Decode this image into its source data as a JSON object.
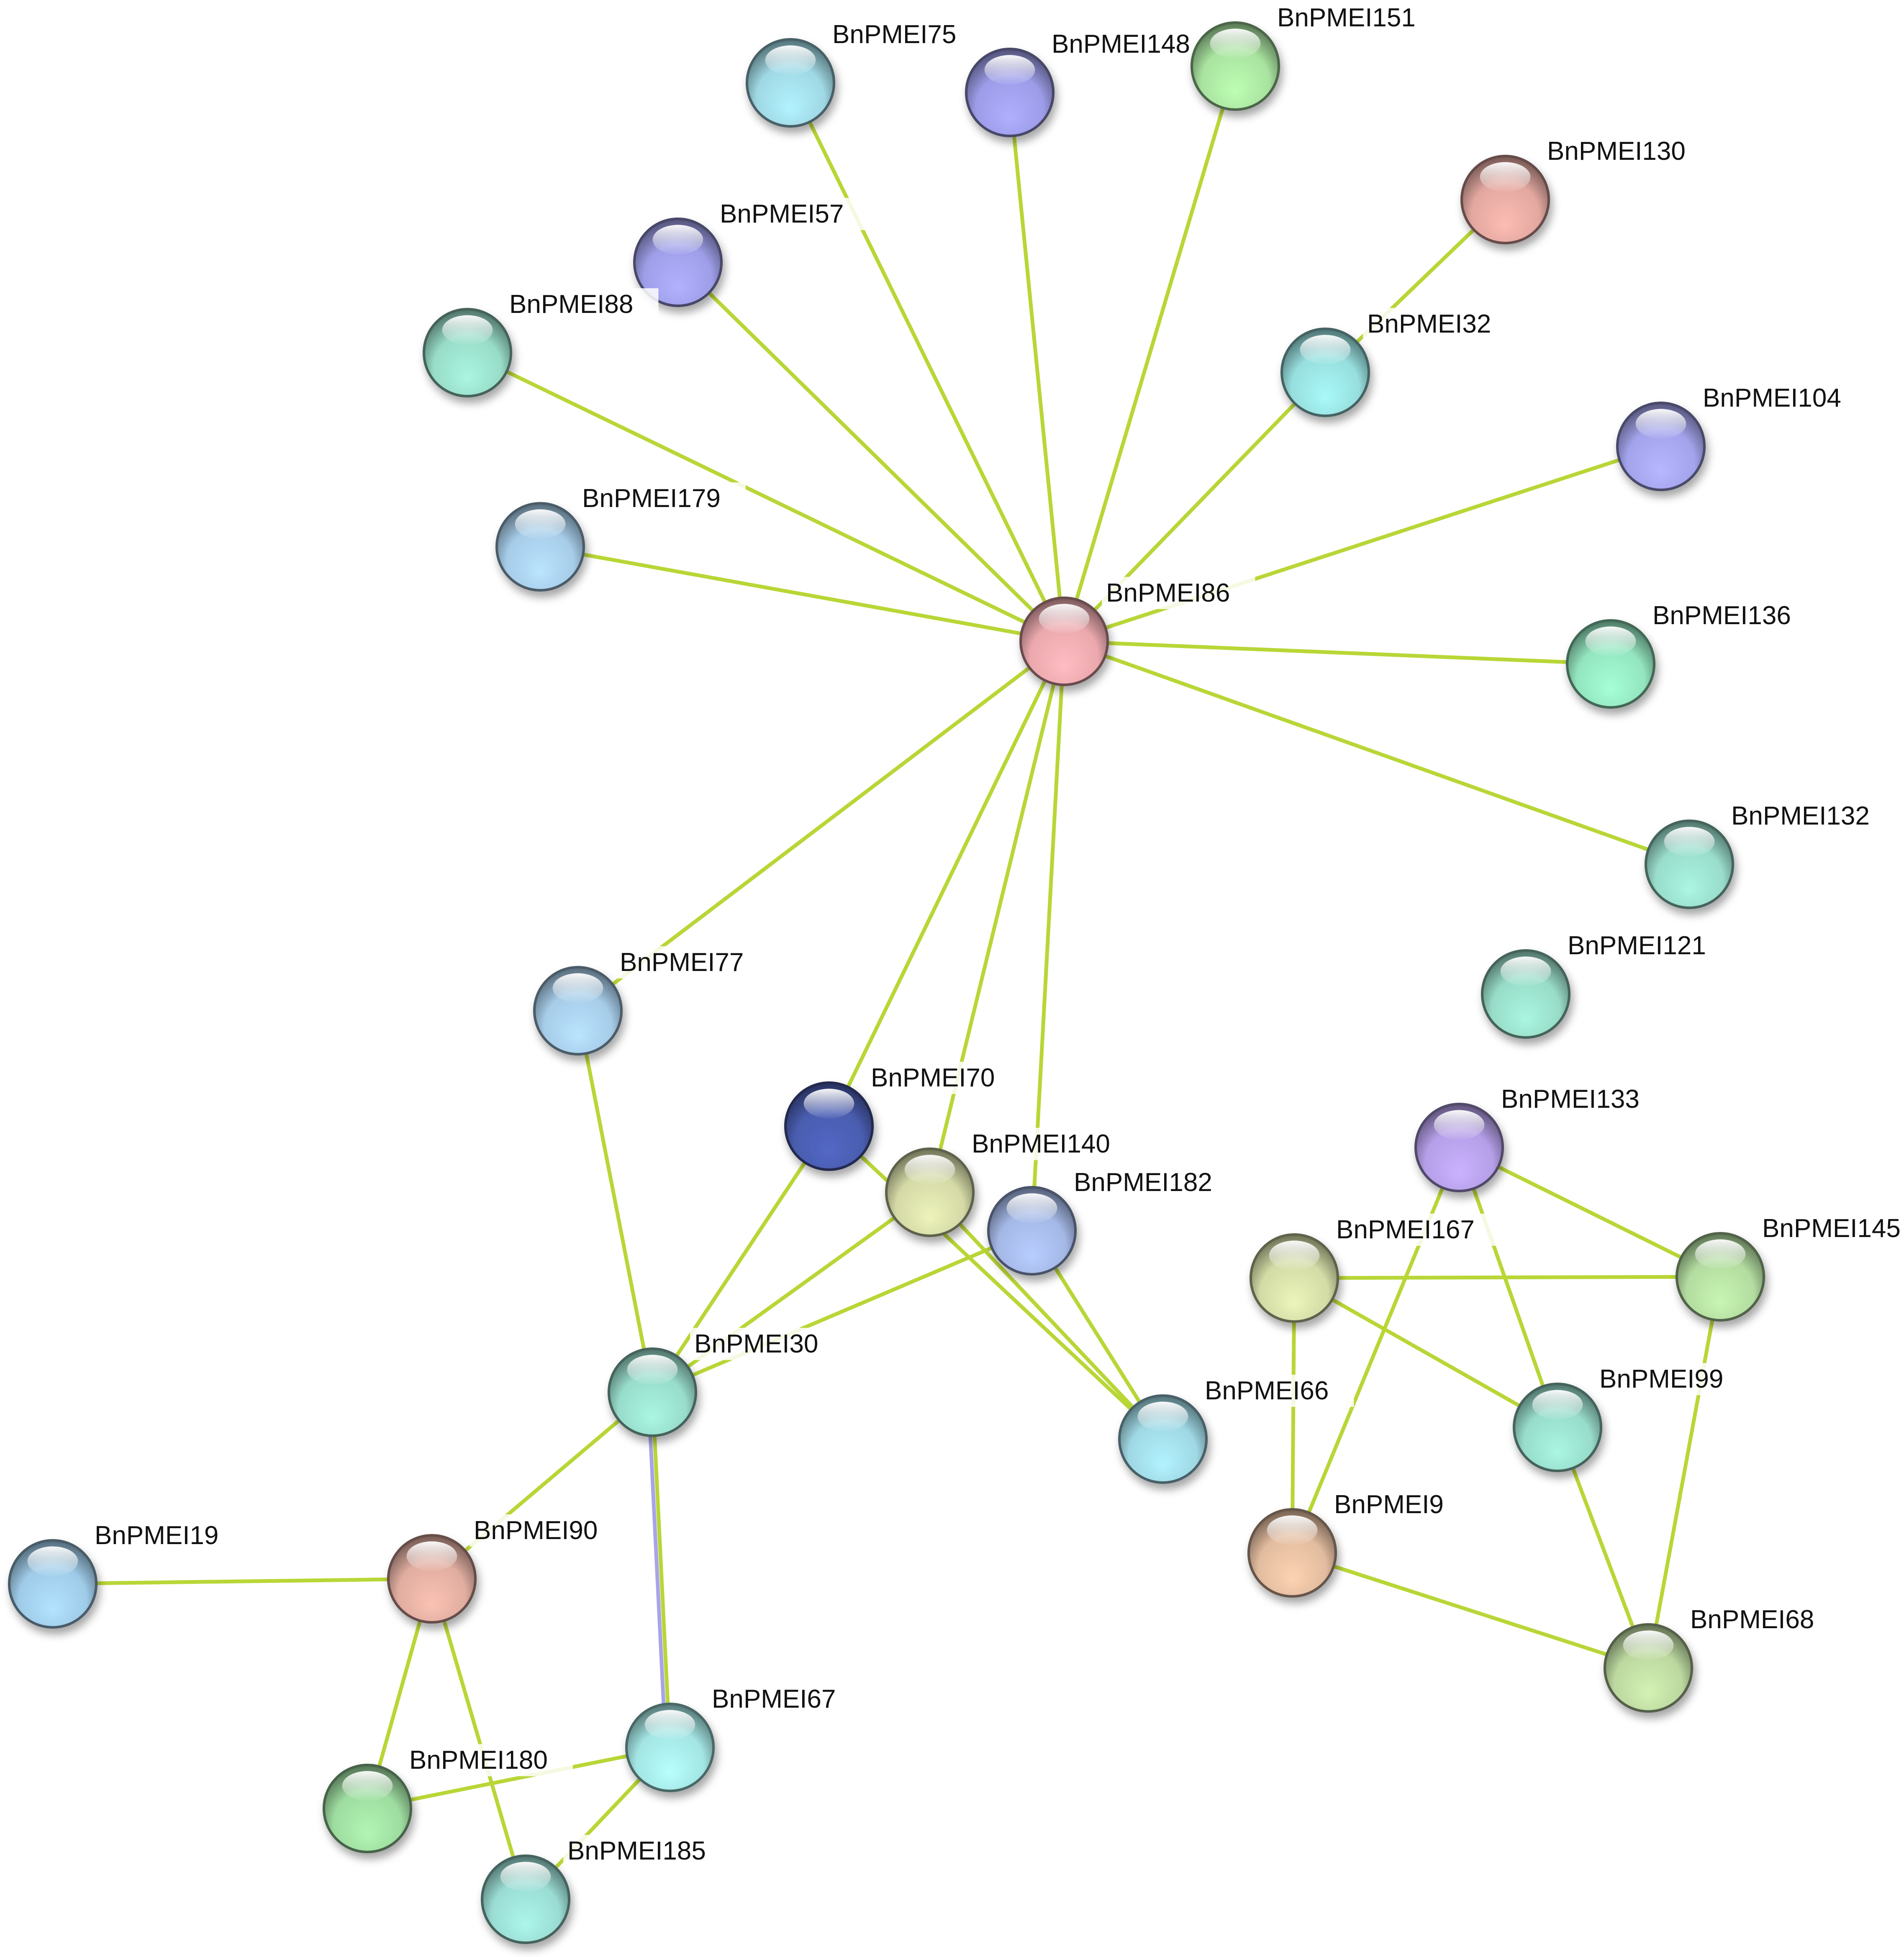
{
  "network": {
    "nodes": [
      {
        "id": "BnPMEI75",
        "label": "BnPMEI75",
        "color": "#9fd8e4"
      },
      {
        "id": "BnPMEI148",
        "label": "BnPMEI148",
        "color": "#9c9ce8"
      },
      {
        "id": "BnPMEI151",
        "label": "BnPMEI151",
        "color": "#a9e3a0"
      },
      {
        "id": "BnPMEI130",
        "label": "BnPMEI130",
        "color": "#e2a8a0"
      },
      {
        "id": "BnPMEI57",
        "label": "BnPMEI57",
        "color": "#9e9ee8"
      },
      {
        "id": "BnPMEI88",
        "label": "BnPMEI88",
        "color": "#98dcc8"
      },
      {
        "id": "BnPMEI32",
        "label": "BnPMEI32",
        "color": "#97dede"
      },
      {
        "id": "BnPMEI104",
        "label": "BnPMEI104",
        "color": "#a3a3ec"
      },
      {
        "id": "BnPMEI179",
        "label": "BnPMEI179",
        "color": "#a6cce8"
      },
      {
        "id": "BnPMEI86",
        "label": "BnPMEI86",
        "color": "#eba9ae"
      },
      {
        "id": "BnPMEI136",
        "label": "BnPMEI136",
        "color": "#93e5bf"
      },
      {
        "id": "BnPMEI132",
        "label": "BnPMEI132",
        "color": "#99dccb"
      },
      {
        "id": "BnPMEI121",
        "label": "BnPMEI121",
        "color": "#98dcc8"
      },
      {
        "id": "BnPMEI77",
        "label": "BnPMEI77",
        "color": "#a6cce8"
      },
      {
        "id": "BnPMEI70",
        "label": "BnPMEI70",
        "color": "#4a5db0"
      },
      {
        "id": "BnPMEI140",
        "label": "BnPMEI140",
        "color": "#d4d9a6"
      },
      {
        "id": "BnPMEI182",
        "label": "BnPMEI182",
        "color": "#a4b8e6"
      },
      {
        "id": "BnPMEI133",
        "label": "BnPMEI133",
        "color": "#b59fe8"
      },
      {
        "id": "BnPMEI167",
        "label": "BnPMEI167",
        "color": "#d3dba6"
      },
      {
        "id": "BnPMEI145",
        "label": "BnPMEI145",
        "color": "#b3dca0"
      },
      {
        "id": "BnPMEI30",
        "label": "BnPMEI30",
        "color": "#98dccb"
      },
      {
        "id": "BnPMEI66",
        "label": "BnPMEI66",
        "color": "#9fd8e4"
      },
      {
        "id": "BnPMEI99",
        "label": "BnPMEI99",
        "color": "#98dccb"
      },
      {
        "id": "BnPMEI9",
        "label": "BnPMEI9",
        "color": "#e2bc9f"
      },
      {
        "id": "BnPMEI19",
        "label": "BnPMEI19",
        "color": "#9fcbe8"
      },
      {
        "id": "BnPMEI90",
        "label": "BnPMEI90",
        "color": "#e0ada0"
      },
      {
        "id": "BnPMEI68",
        "label": "BnPMEI68",
        "color": "#bcd8a0"
      },
      {
        "id": "BnPMEI67",
        "label": "BnPMEI67",
        "color": "#a3e5e3"
      },
      {
        "id": "BnPMEI180",
        "label": "BnPMEI180",
        "color": "#9edca0"
      },
      {
        "id": "BnPMEI185",
        "label": "BnPMEI185",
        "color": "#9adcd3"
      }
    ],
    "edges": [
      {
        "source": "BnPMEI86",
        "target": "BnPMEI75",
        "color": "#b8d636"
      },
      {
        "source": "BnPMEI86",
        "target": "BnPMEI148",
        "color": "#b8d636"
      },
      {
        "source": "BnPMEI86",
        "target": "BnPMEI151",
        "color": "#b8d636"
      },
      {
        "source": "BnPMEI86",
        "target": "BnPMEI57",
        "color": "#b8d636"
      },
      {
        "source": "BnPMEI86",
        "target": "BnPMEI88",
        "color": "#b8d636"
      },
      {
        "source": "BnPMEI86",
        "target": "BnPMEI179",
        "color": "#b8d636"
      },
      {
        "source": "BnPMEI86",
        "target": "BnPMEI32",
        "color": "#b8d636"
      },
      {
        "source": "BnPMEI86",
        "target": "BnPMEI104",
        "color": "#b8d636"
      },
      {
        "source": "BnPMEI86",
        "target": "BnPMEI136",
        "color": "#b8d636"
      },
      {
        "source": "BnPMEI86",
        "target": "BnPMEI132",
        "color": "#b8d636"
      },
      {
        "source": "BnPMEI86",
        "target": "BnPMEI77",
        "color": "#b8d636"
      },
      {
        "source": "BnPMEI86",
        "target": "BnPMEI70",
        "color": "#b8d636"
      },
      {
        "source": "BnPMEI86",
        "target": "BnPMEI140",
        "color": "#b8d636"
      },
      {
        "source": "BnPMEI86",
        "target": "BnPMEI182",
        "color": "#b8d636"
      },
      {
        "source": "BnPMEI32",
        "target": "BnPMEI130",
        "color": "#b8d636"
      },
      {
        "source": "BnPMEI77",
        "target": "BnPMEI30",
        "color": "#b8d636"
      },
      {
        "source": "BnPMEI70",
        "target": "BnPMEI30",
        "color": "#b8d636"
      },
      {
        "source": "BnPMEI140",
        "target": "BnPMEI30",
        "color": "#b8d636"
      },
      {
        "source": "BnPMEI182",
        "target": "BnPMEI30",
        "color": "#b8d636"
      },
      {
        "source": "BnPMEI70",
        "target": "BnPMEI66",
        "color": "#b8d636"
      },
      {
        "source": "BnPMEI140",
        "target": "BnPMEI66",
        "color": "#b8d636"
      },
      {
        "source": "BnPMEI182",
        "target": "BnPMEI66",
        "color": "#b8d636"
      },
      {
        "source": "BnPMEI30",
        "target": "BnPMEI90",
        "color": "#b8d636"
      },
      {
        "source": "BnPMEI30",
        "target": "BnPMEI67",
        "color": "#b8d636"
      },
      {
        "source": "BnPMEI30",
        "target": "BnPMEI67",
        "color": "#a9a4e8"
      },
      {
        "source": "BnPMEI19",
        "target": "BnPMEI90",
        "color": "#b8d636"
      },
      {
        "source": "BnPMEI90",
        "target": "BnPMEI180",
        "color": "#b8d636"
      },
      {
        "source": "BnPMEI90",
        "target": "BnPMEI185",
        "color": "#b8d636"
      },
      {
        "source": "BnPMEI67",
        "target": "BnPMEI180",
        "color": "#b8d636"
      },
      {
        "source": "BnPMEI67",
        "target": "BnPMEI185",
        "color": "#b8d636"
      },
      {
        "source": "BnPMEI133",
        "target": "BnPMEI145",
        "color": "#b8d636"
      },
      {
        "source": "BnPMEI133",
        "target": "BnPMEI99",
        "color": "#b8d636"
      },
      {
        "source": "BnPMEI133",
        "target": "BnPMEI9",
        "color": "#b8d636"
      },
      {
        "source": "BnPMEI167",
        "target": "BnPMEI145",
        "color": "#b8d636"
      },
      {
        "source": "BnPMEI167",
        "target": "BnPMEI99",
        "color": "#b8d636"
      },
      {
        "source": "BnPMEI167",
        "target": "BnPMEI9",
        "color": "#b8d636"
      },
      {
        "source": "BnPMEI145",
        "target": "BnPMEI68",
        "color": "#b8d636"
      },
      {
        "source": "BnPMEI99",
        "target": "BnPMEI68",
        "color": "#b8d636"
      },
      {
        "source": "BnPMEI9",
        "target": "BnPMEI68",
        "color": "#b8d636"
      }
    ]
  }
}
